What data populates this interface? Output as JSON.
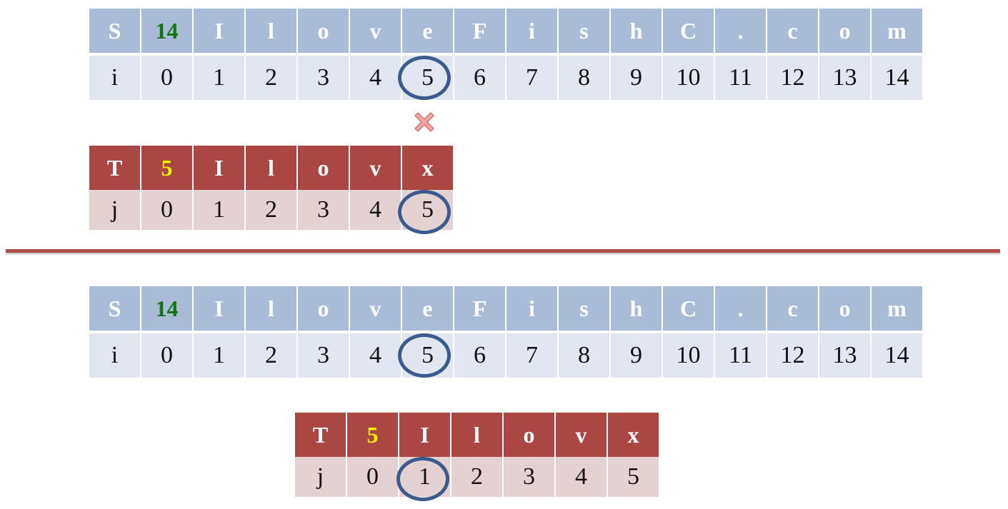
{
  "panel_top": {
    "s_header": [
      "S",
      "14",
      "I",
      "l",
      "o",
      "v",
      "e",
      "F",
      "i",
      "s",
      "h",
      "C",
      ".",
      "c",
      "o",
      "m"
    ],
    "s_index": [
      "i",
      "0",
      "1",
      "2",
      "3",
      "4",
      "5",
      "6",
      "7",
      "8",
      "9",
      "10",
      "11",
      "12",
      "13",
      "14"
    ],
    "t_header": [
      "T",
      "5",
      "I",
      "l",
      "o",
      "v",
      "x"
    ],
    "t_index": [
      "j",
      "0",
      "1",
      "2",
      "3",
      "4",
      "5"
    ]
  },
  "panel_bottom": {
    "s_header": [
      "S",
      "14",
      "I",
      "l",
      "o",
      "v",
      "e",
      "F",
      "i",
      "s",
      "h",
      "C",
      ".",
      "c",
      "o",
      "m"
    ],
    "s_index": [
      "i",
      "0",
      "1",
      "2",
      "3",
      "4",
      "5",
      "6",
      "7",
      "8",
      "9",
      "10",
      "11",
      "12",
      "13",
      "14"
    ],
    "t_header": [
      "T",
      "5",
      "I",
      "l",
      "o",
      "v",
      "x"
    ],
    "t_index": [
      "j",
      "0",
      "1",
      "2",
      "3",
      "4",
      "5"
    ]
  },
  "colors": {
    "s_header_bg": "#aabbd8",
    "s_index_bg": "#e1e6f0",
    "t_header_bg": "#ab4743",
    "t_index_bg": "#e4d1d1",
    "s_length_text": "#117711",
    "t_length_text": "#f5f500",
    "circle": "#3b5b8c",
    "divider": "#b04e4e",
    "mismatch_mark": "#f0a5a5"
  },
  "icons": {
    "mismatch": "x-mark-icon"
  },
  "highlights": {
    "top_i": "5",
    "top_j": "5",
    "bottom_i": "5",
    "bottom_j": "1"
  }
}
